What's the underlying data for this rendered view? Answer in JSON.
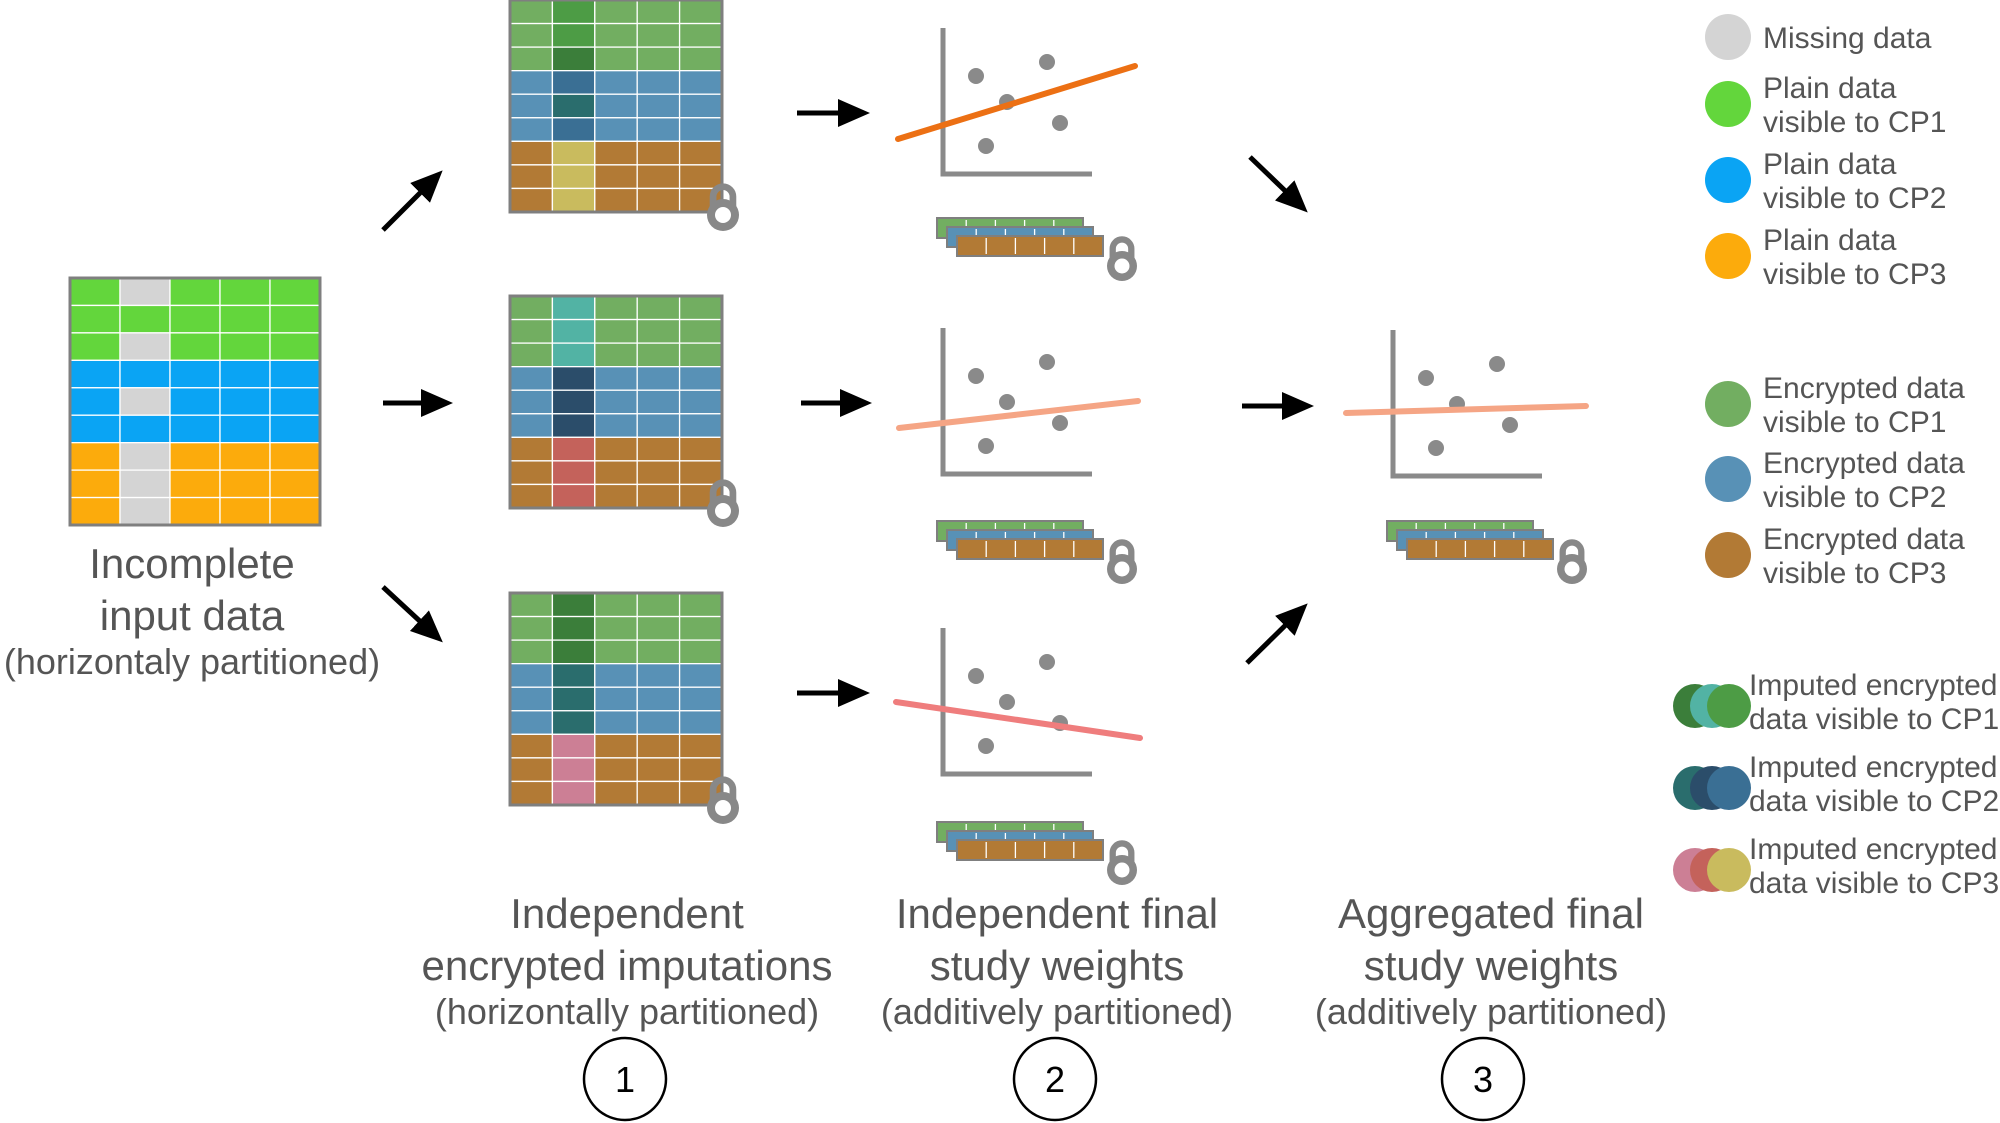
{
  "colors": {
    "missing": "#d4d4d4",
    "plain_cp1": "#63d63c",
    "plain_cp2": "#0aa4f4",
    "plain_cp3": "#fcab0c",
    "enc_cp1": "#72ae61",
    "enc_cp2": "#5891b6",
    "enc_cp3": "#b27a35",
    "imp_cp1": [
      "#3b7e3a",
      "#52b3a4",
      "#4d9c45"
    ],
    "imp_cp2": [
      "#2a6d6d",
      "#2b4d6a",
      "#3a6f94"
    ],
    "imp_cp3": [
      "#cc7f95",
      "#c4625b",
      "#c9bb5e"
    ],
    "lock": "#888888",
    "axis": "#8a8a8a",
    "point": "#8a8a8a",
    "line_1": "#ec7014",
    "line_2": "#f5a585",
    "line_3": "#ef7d7d",
    "text": "#555555"
  },
  "labels": {
    "input": [
      "Incomplete",
      "input data",
      "(horizontaly partitioned)"
    ],
    "step1": [
      "Independent",
      "encrypted imputations",
      "(horizontally partitioned)"
    ],
    "step2": [
      "Independent final",
      "study weights",
      "(additively partitioned)"
    ],
    "step3": [
      "Aggregated final",
      "study weights",
      "(additively partitioned)"
    ]
  },
  "steps": [
    "1",
    "2",
    "3"
  ],
  "legend": [
    {
      "label": [
        "Missing data"
      ],
      "icon": "missing-dot"
    },
    {
      "label": [
        "Plain data",
        "visible to CP1"
      ],
      "icon": "plain-cp1-dot"
    },
    {
      "label": [
        "Plain data",
        "visible to CP2"
      ],
      "icon": "plain-cp2-dot"
    },
    {
      "label": [
        "Plain data",
        "visible to CP3"
      ],
      "icon": "plain-cp3-dot"
    },
    {
      "label": [
        "Encrypted data",
        "visible to CP1"
      ],
      "icon": "enc-cp1-dot"
    },
    {
      "label": [
        "Encrypted data",
        "visible to CP2"
      ],
      "icon": "enc-cp2-dot"
    },
    {
      "label": [
        "Encrypted data",
        "visible to CP3"
      ],
      "icon": "enc-cp3-dot"
    },
    {
      "label": [
        "Imputed encrypted",
        "data visible to CP1"
      ],
      "icon": "imp-cp1-dots"
    },
    {
      "label": [
        "Imputed encrypted",
        "data visible to CP2"
      ],
      "icon": "imp-cp2-dots"
    },
    {
      "label": [
        "Imputed encrypted",
        "data visible to CP3"
      ],
      "icon": "imp-cp3-dots"
    }
  ]
}
